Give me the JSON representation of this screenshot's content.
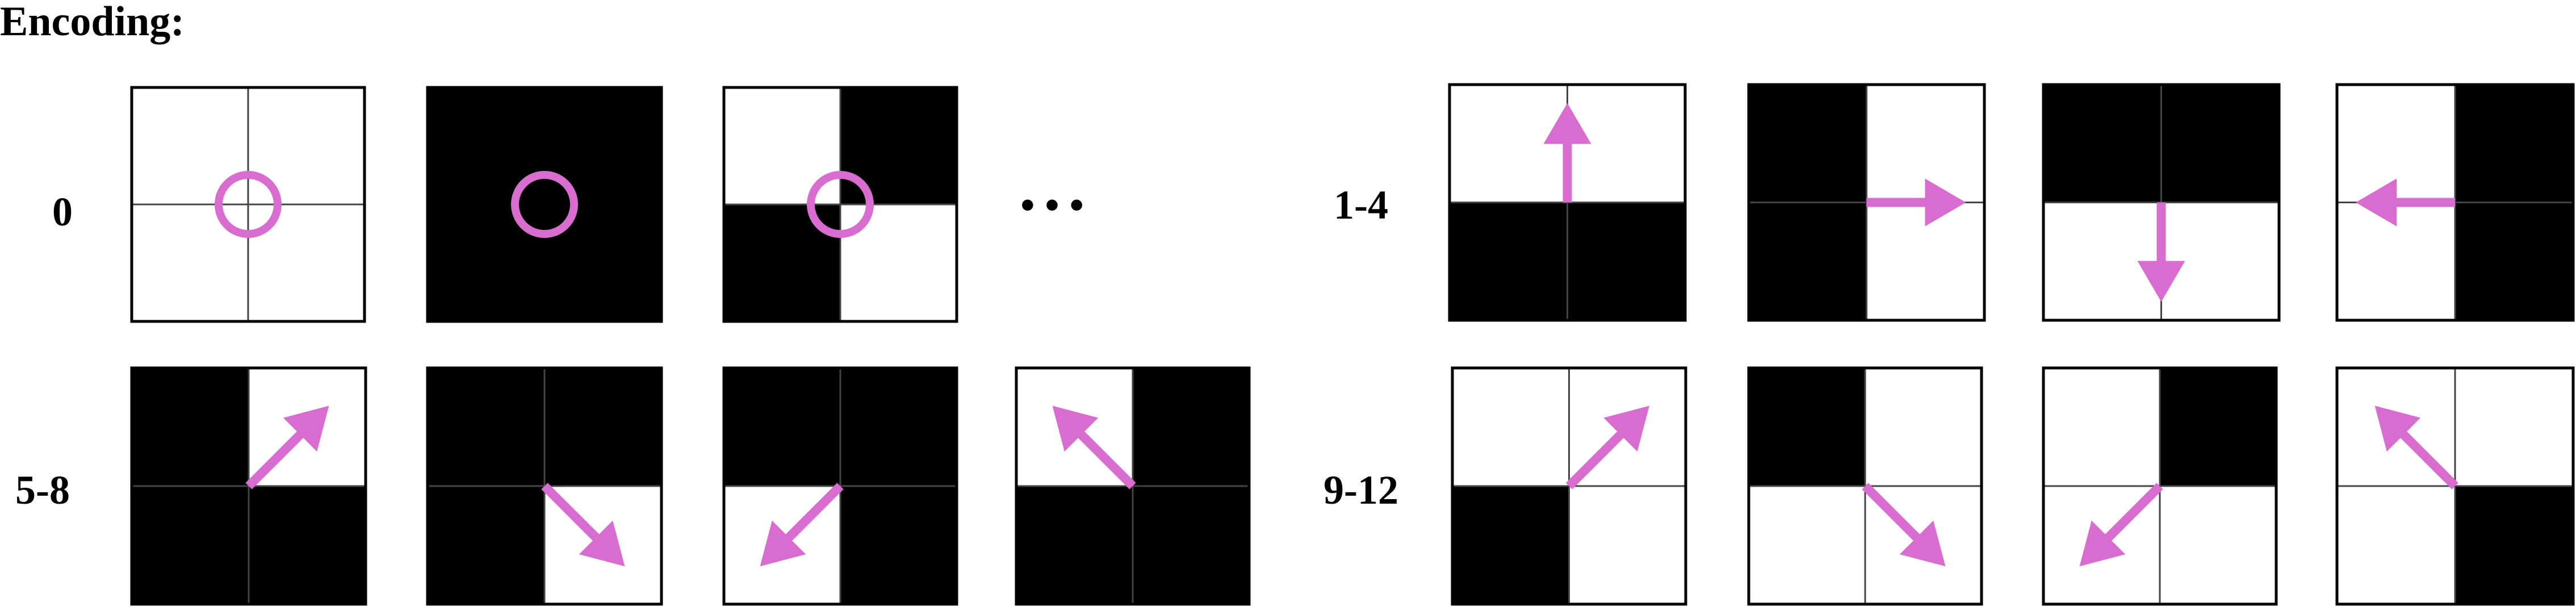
{
  "title": "Encoding:",
  "ellipsis": "• • •",
  "colors": {
    "arrow": "#d86ccf",
    "fill": "#000000",
    "background": "#ffffff",
    "grid": "#444444"
  },
  "rows": [
    {
      "label": "0",
      "tiles": [
        {
          "black": [],
          "mark": "circle",
          "grid": true
        },
        {
          "black": [
            "tl",
            "tr",
            "bl",
            "br"
          ],
          "mark": "circle",
          "grid": false
        },
        {
          "black": [
            "tr",
            "bl"
          ],
          "mark": "circle",
          "grid": true
        }
      ],
      "ellipsis": true
    },
    {
      "label": "1-4",
      "tiles": [
        {
          "black": [
            "bl",
            "br"
          ],
          "mark": "arrow-up",
          "grid": true
        },
        {
          "black": [
            "tl",
            "bl"
          ],
          "mark": "arrow-right",
          "grid": true
        },
        {
          "black": [
            "tl",
            "tr"
          ],
          "mark": "arrow-down",
          "grid": true
        },
        {
          "black": [
            "tr",
            "br"
          ],
          "mark": "arrow-left",
          "grid": true
        }
      ]
    },
    {
      "label": "5-8",
      "tiles": [
        {
          "black": [
            "tl",
            "bl",
            "br"
          ],
          "mark": "arrow-up-right",
          "grid": true
        },
        {
          "black": [
            "tl",
            "tr",
            "bl"
          ],
          "mark": "arrow-down-right",
          "grid": true
        },
        {
          "black": [
            "tl",
            "tr",
            "br"
          ],
          "mark": "arrow-down-left",
          "grid": true
        },
        {
          "black": [
            "tr",
            "bl",
            "br"
          ],
          "mark": "arrow-up-left",
          "grid": true
        }
      ]
    },
    {
      "label": "9-12",
      "tiles": [
        {
          "black": [
            "bl"
          ],
          "mark": "arrow-up-right",
          "grid": true
        },
        {
          "black": [
            "tl"
          ],
          "mark": "arrow-down-right",
          "grid": true
        },
        {
          "black": [
            "tr"
          ],
          "mark": "arrow-down-left",
          "grid": true
        },
        {
          "black": [
            "br"
          ],
          "mark": "arrow-up-left",
          "grid": true
        }
      ]
    }
  ]
}
